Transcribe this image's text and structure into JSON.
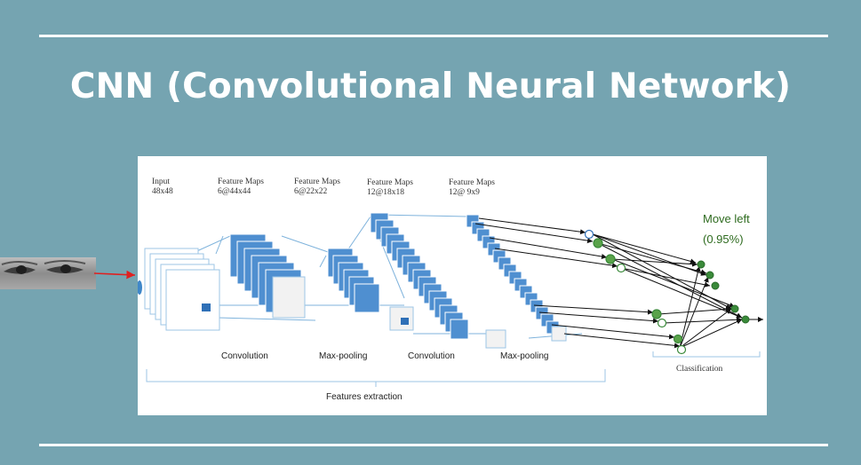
{
  "slide": {
    "title": "CNN (Convolutional Neural Network)"
  },
  "diagram": {
    "top_labels": [
      {
        "name": "Input",
        "size": "48x48"
      },
      {
        "name": "Feature Maps",
        "size": "6@44x44"
      },
      {
        "name": "Feature Maps",
        "size": "6@22x22"
      },
      {
        "name": "Feature Maps",
        "size": "12@18x18"
      },
      {
        "name": "Feature Maps",
        "size": "12@ 9x9"
      }
    ],
    "stage_labels": {
      "convolution_1": "Convolution",
      "max_pooling_1": "Max-pooling",
      "convolution_2": "Convolution",
      "max_pooling_2": "Max-pooling",
      "classification": "Classification",
      "features_extraction": "Features extraction"
    },
    "prediction": {
      "label": "Move left",
      "value": "(0.95%)"
    }
  },
  "colors": {
    "background": "#75a4b1",
    "map_blue": "#4f8fd0",
    "map_light": "#bfdcf4",
    "node_green": "#3a8a3a",
    "prediction_text": "#2e6b1f",
    "arrow_red": "#e02020"
  }
}
